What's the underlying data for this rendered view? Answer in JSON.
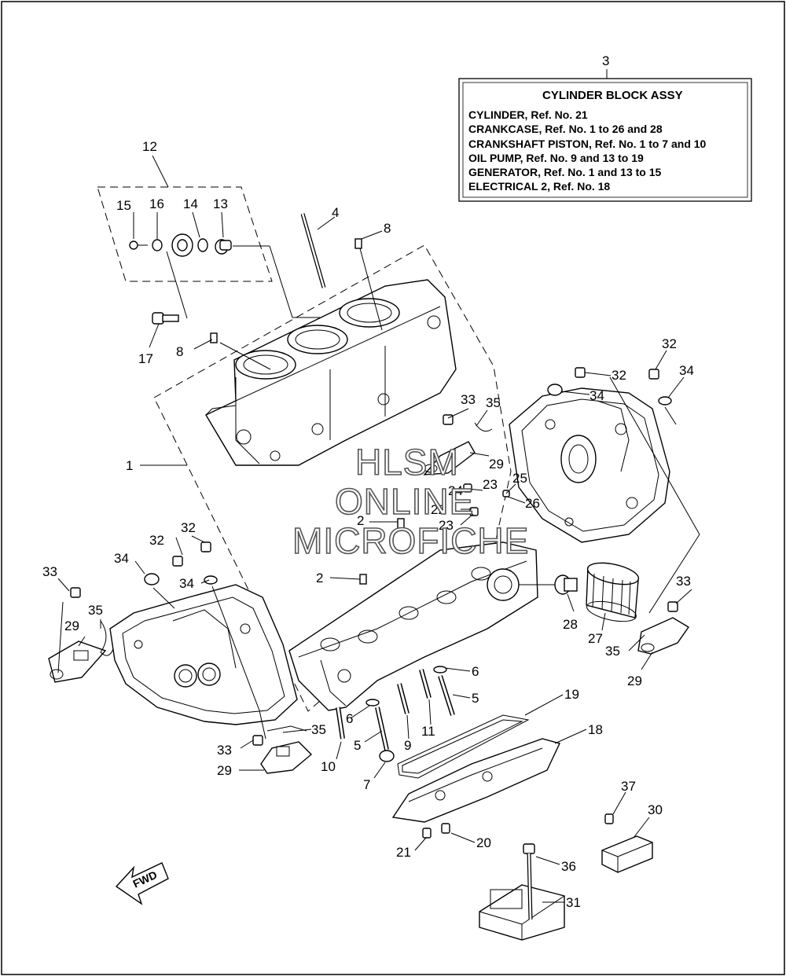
{
  "diagram": {
    "assembly_box": {
      "ref": "3",
      "title": "CYLINDER BLOCK ASSY",
      "lines": [
        "CYLINDER, Ref. No. 21",
        "CRANKCASE, Ref. No. 1 to 26 and 28",
        "CRANKSHAFT PISTON, Ref. No. 1 to 7 and 10",
        "OIL PUMP,  Ref. No. 9 and 13 to 19",
        "GENERATOR, Ref. No. 1 and 13 to 15",
        "ELECTRICAL 2, Ref. No. 18"
      ]
    },
    "watermark": [
      "HLSM",
      "ONLINE",
      "MICROFICHE"
    ],
    "fwd_label": "FWD",
    "callouts": [
      "12",
      "15",
      "16",
      "14",
      "13",
      "4",
      "8",
      "17",
      "8",
      "1",
      "32",
      "34",
      "32",
      "34",
      "33",
      "35",
      "29",
      "23",
      "24",
      "22",
      "23",
      "25",
      "26",
      "2",
      "2",
      "32",
      "32",
      "34",
      "34",
      "33",
      "35",
      "29",
      "28",
      "27",
      "33",
      "35",
      "29",
      "6",
      "5",
      "19",
      "18",
      "6",
      "11",
      "9",
      "5",
      "35",
      "33",
      "29",
      "10",
      "7",
      "20",
      "21",
      "37",
      "30",
      "36",
      "31"
    ]
  }
}
